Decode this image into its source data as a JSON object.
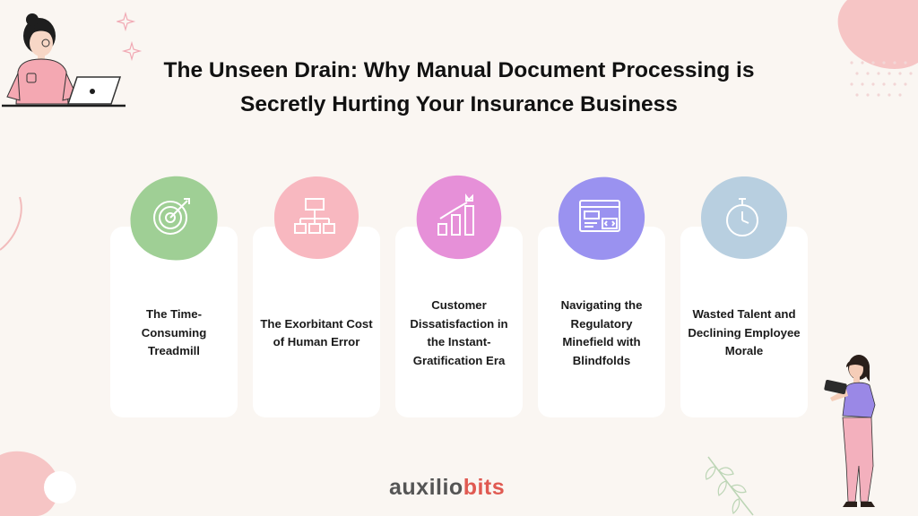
{
  "title": {
    "line1": "The Unseen Drain: Why Manual Document Processing is",
    "line2": "Secretly Hurting Your Insurance Business"
  },
  "cards": [
    {
      "label": "The Time-Consuming Treadmill",
      "icon": "target-icon",
      "color": "#9fcf95"
    },
    {
      "label": "The Exorbitant Cost of Human Error",
      "icon": "org-chart-icon",
      "color": "#f8b8c0"
    },
    {
      "label": "Customer Dissatisfaction in the Instant-Gratification Era",
      "icon": "growth-chart-icon",
      "color": "#e690d8"
    },
    {
      "label": "Navigating the Regulatory Minefield with Blindfolds",
      "icon": "browser-code-icon",
      "color": "#9a92f0"
    },
    {
      "label": "Wasted Talent and Declining Employee Morale",
      "icon": "stopwatch-icon",
      "color": "#b8cfe0"
    }
  ],
  "logo": {
    "part1": "auxilio",
    "part2": "bits"
  }
}
